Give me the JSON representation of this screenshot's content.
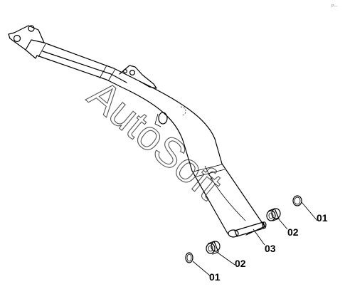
{
  "watermark": "AutoSoft",
  "corner_mark": "P—",
  "labels": {
    "bushing_top": "02",
    "pin": "03",
    "bushing_bottom": "02",
    "ring_top": "01",
    "ring_bottom": "01"
  },
  "colors": {
    "line": "#000000",
    "watermark": "#555555",
    "background": "#ffffff"
  }
}
